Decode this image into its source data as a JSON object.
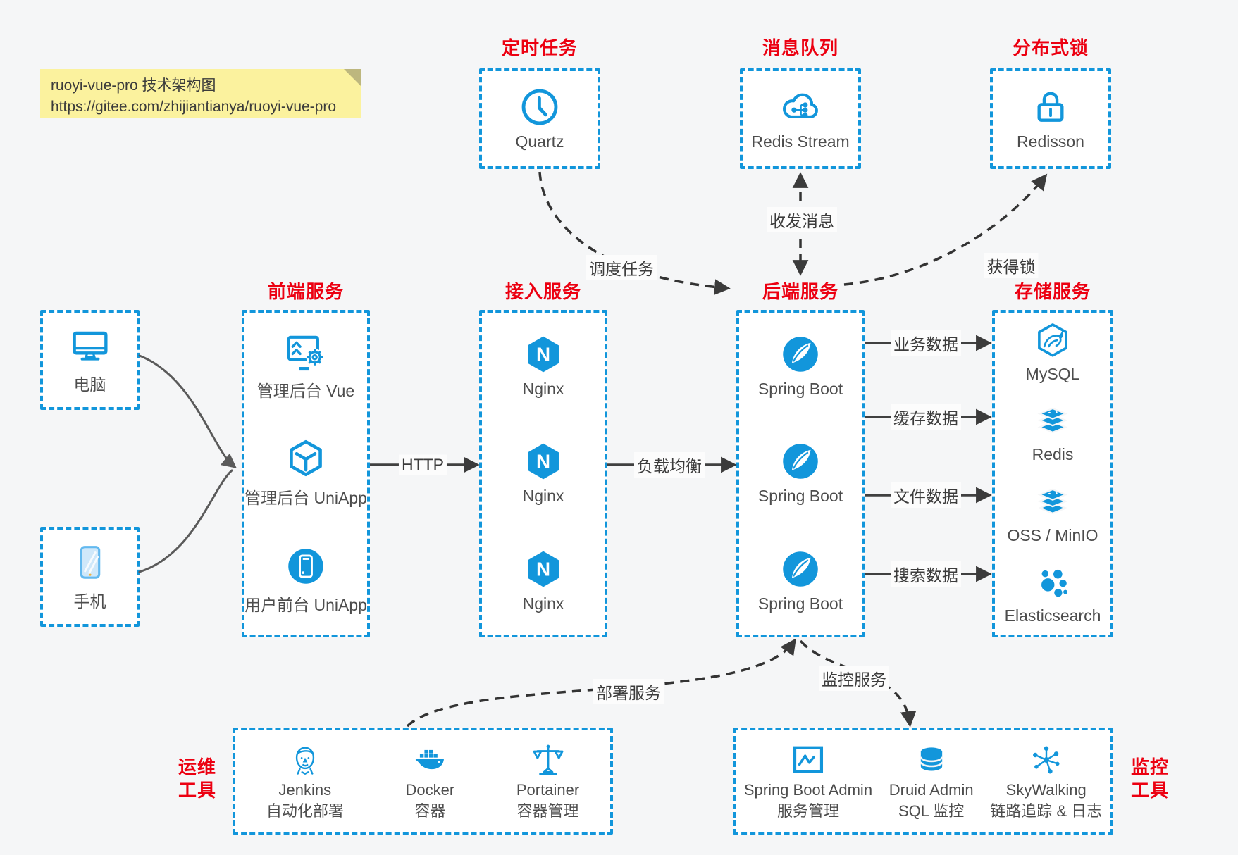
{
  "note": {
    "line1": "ruoyi-vue-pro 技术架构图",
    "line2": "https://gitee.com/zhijiantianya/ruoyi-vue-pro"
  },
  "colors": {
    "accent_blue": "#1296db",
    "title_red": "#ec0011",
    "canvas_bg": "#f5f6f7",
    "note_bg": "#fbf29e",
    "arrow_dark": "#3b3b3b",
    "arrow_gray": "#5a5a5a"
  },
  "top": {
    "scheduler": {
      "title": "定时任务",
      "node": {
        "label": "Quartz",
        "icon": "clock-icon"
      }
    },
    "mq": {
      "title": "消息队列",
      "node": {
        "label": "Redis Stream",
        "icon": "cloud-stream-icon"
      }
    },
    "lock": {
      "title": "分布式锁",
      "node": {
        "label": "Redisson",
        "icon": "lock-icon"
      }
    }
  },
  "clients": {
    "pc": {
      "label": "电脑"
    },
    "mobile": {
      "label": "手机"
    }
  },
  "columns": {
    "frontend": {
      "title": "前端服务",
      "nodes": [
        {
          "label": "管理后台 Vue"
        },
        {
          "label": "管理后台 UniApp"
        },
        {
          "label": "用户前台 UniApp"
        }
      ]
    },
    "gateway": {
      "title": "接入服务",
      "nodes": [
        {
          "label": "Nginx"
        },
        {
          "label": "Nginx"
        },
        {
          "label": "Nginx"
        }
      ]
    },
    "backend": {
      "title": "后端服务",
      "nodes": [
        {
          "label": "Spring Boot"
        },
        {
          "label": "Spring Boot"
        },
        {
          "label": "Spring Boot"
        }
      ]
    },
    "storage": {
      "title": "存储服务",
      "nodes": [
        {
          "label": "MySQL"
        },
        {
          "label": "Redis"
        },
        {
          "label": "OSS / MinIO"
        },
        {
          "label": "Elasticsearch"
        }
      ]
    }
  },
  "bottom": {
    "devops": {
      "title_line1": "运维",
      "title_line2": "工具",
      "nodes": [
        {
          "name": "Jenkins",
          "desc": "自动化部署"
        },
        {
          "name": "Docker",
          "desc": "容器"
        },
        {
          "name": "Portainer",
          "desc": "容器管理"
        }
      ]
    },
    "monitoring": {
      "title_line1": "监控",
      "title_line2": "工具",
      "nodes": [
        {
          "name": "Spring Boot Admin",
          "desc": "服务管理"
        },
        {
          "name": "Druid Admin",
          "desc": "SQL 监控"
        },
        {
          "name": "SkyWalking",
          "desc": "链路追踪 & 日志"
        }
      ]
    }
  },
  "edges": {
    "http": "HTTP",
    "load_balance": "负载均衡",
    "business_data": "业务数据",
    "cache_data": "缓存数据",
    "file_data": "文件数据",
    "search_data": "搜索数据",
    "schedule_task": "调度任务",
    "send_receive_message": "收发消息",
    "acquire_lock": "获得锁",
    "deploy_service": "部署服务",
    "monitor_service": "监控服务"
  }
}
